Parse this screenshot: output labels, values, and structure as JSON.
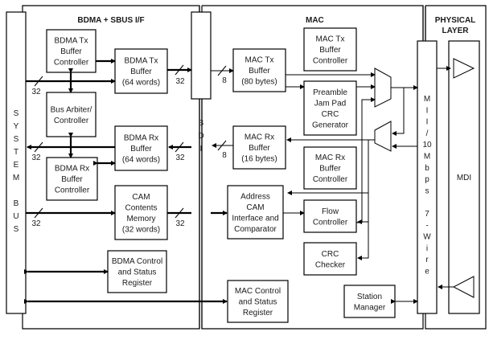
{
  "sections": {
    "bdma": "BDMA + SBUS I/F",
    "mac": "MAC",
    "phy_line1": "PHYSICAL",
    "phy_line2": "LAYER"
  },
  "vertical_bars": {
    "system_bus": [
      "S",
      "Y",
      "S",
      "T",
      "E",
      "M",
      "",
      "B",
      "U",
      "S"
    ],
    "bdi": [
      "B",
      "D",
      "I"
    ],
    "mii": [
      "M",
      "I",
      "I",
      "/",
      "10",
      "M",
      "b",
      "p",
      "s",
      "",
      "7",
      "-",
      "W",
      "i",
      "r",
      "e"
    ]
  },
  "blocks": {
    "bdma_tx_ctrl": [
      "BDMA Tx",
      "Buffer",
      "Controller"
    ],
    "bdma_tx_buf": [
      "BDMA Tx",
      "Buffer",
      "(64 words)"
    ],
    "bus_arbiter": [
      "Bus Arbiter/",
      "Controller"
    ],
    "bdma_rx_buf": [
      "BDMA Rx",
      "Buffer",
      "(64 words)"
    ],
    "bdma_rx_ctrl": [
      "BDMA Rx",
      "Buffer",
      "Controller"
    ],
    "cam_mem": [
      "CAM",
      "Contents",
      "Memory",
      "(32 words)"
    ],
    "bdma_csr": [
      "BDMA Control",
      "and Status",
      "Register"
    ],
    "mac_tx_ctrl": [
      "MAC Tx",
      "Buffer",
      "Controller"
    ],
    "mac_tx_buf": [
      "MAC Tx",
      "Buffer",
      "(80 bytes)"
    ],
    "preamble": [
      "Preamble",
      "Jam Pad",
      "CRC",
      "Generator"
    ],
    "mac_rx_buf": [
      "MAC Rx",
      "Buffer",
      "(16 bytes)"
    ],
    "mac_rx_ctrl": [
      "MAC Rx",
      "Buffer",
      "Controller"
    ],
    "addr_cam": [
      "Address",
      "CAM",
      "Interface and",
      "Comparator"
    ],
    "flow_ctrl": [
      "Flow",
      "Controller"
    ],
    "crc_checker": [
      "CRC",
      "Checker"
    ],
    "mac_csr": [
      "MAC Control",
      "and Status",
      "Register"
    ],
    "station_mgr": [
      "Station",
      "Manager"
    ],
    "mdi": "MDI"
  },
  "bus_widths": {
    "sbus_tx": "32",
    "tx_to_bdi": "32",
    "sbus_rx": "32",
    "rx_from_bdi": "32",
    "sbus_cam": "32",
    "cam_to_bdi": "32",
    "bdi_to_mactx": "8",
    "macrx_to_bdi": "8"
  }
}
